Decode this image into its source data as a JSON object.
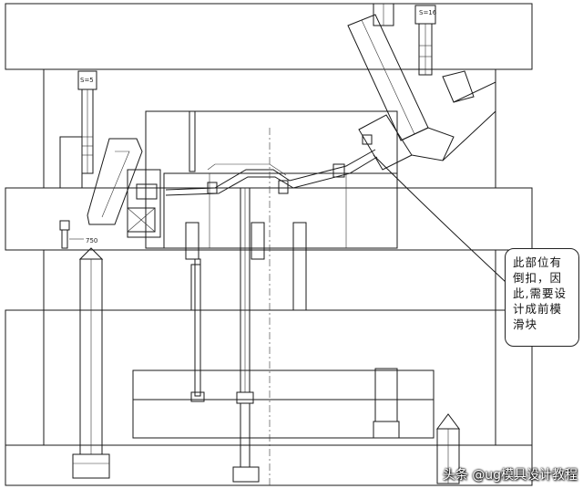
{
  "labels": {
    "dim_top_right": "S=16",
    "dim_top_left": "S=5",
    "dim_left": "750"
  },
  "callout": {
    "lines": [
      "此部位有",
      "倒扣，因",
      "此,需要设",
      "计成前模",
      "滑块"
    ]
  },
  "watermark": "头条 @ug模具设计教程"
}
